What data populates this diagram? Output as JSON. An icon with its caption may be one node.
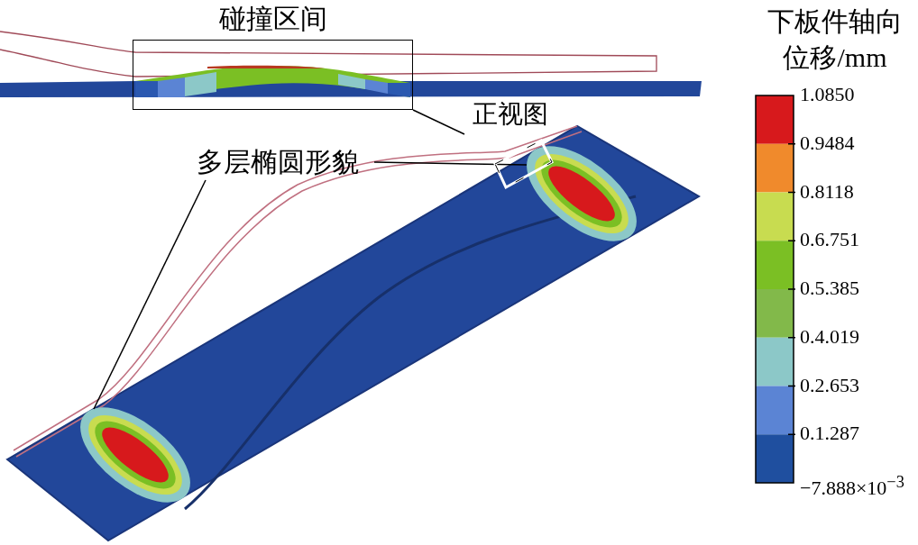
{
  "diagram": {
    "nodes": [
      {
        "text": [
          "碰撞区间"
        ]
      },
      {
        "text": [
          "正视图"
        ]
      },
      {
        "text": [
          "多层椭圆形貌"
        ]
      },
      {
        "text": [],
        "shape": "ellipse"
      },
      {
        "text": [],
        "shape": "ellipse"
      }
    ],
    "edges": [
      {
        "from": 0,
        "to": 1,
        "arrow": "none"
      },
      {
        "from": 2,
        "to": 3,
        "arrow": "none"
      },
      {
        "from": 2,
        "to": 4,
        "arrow": "none"
      }
    ],
    "labels": [
      "下板件轴向位移/mm",
      "1.0850",
      "0.9484",
      "0.8118",
      "0.6.751",
      "0.5.385",
      "0.4.019",
      "0.2.653",
      "0.1.287",
      "−7.888×10$^{−3}$"
    ]
  }
}
